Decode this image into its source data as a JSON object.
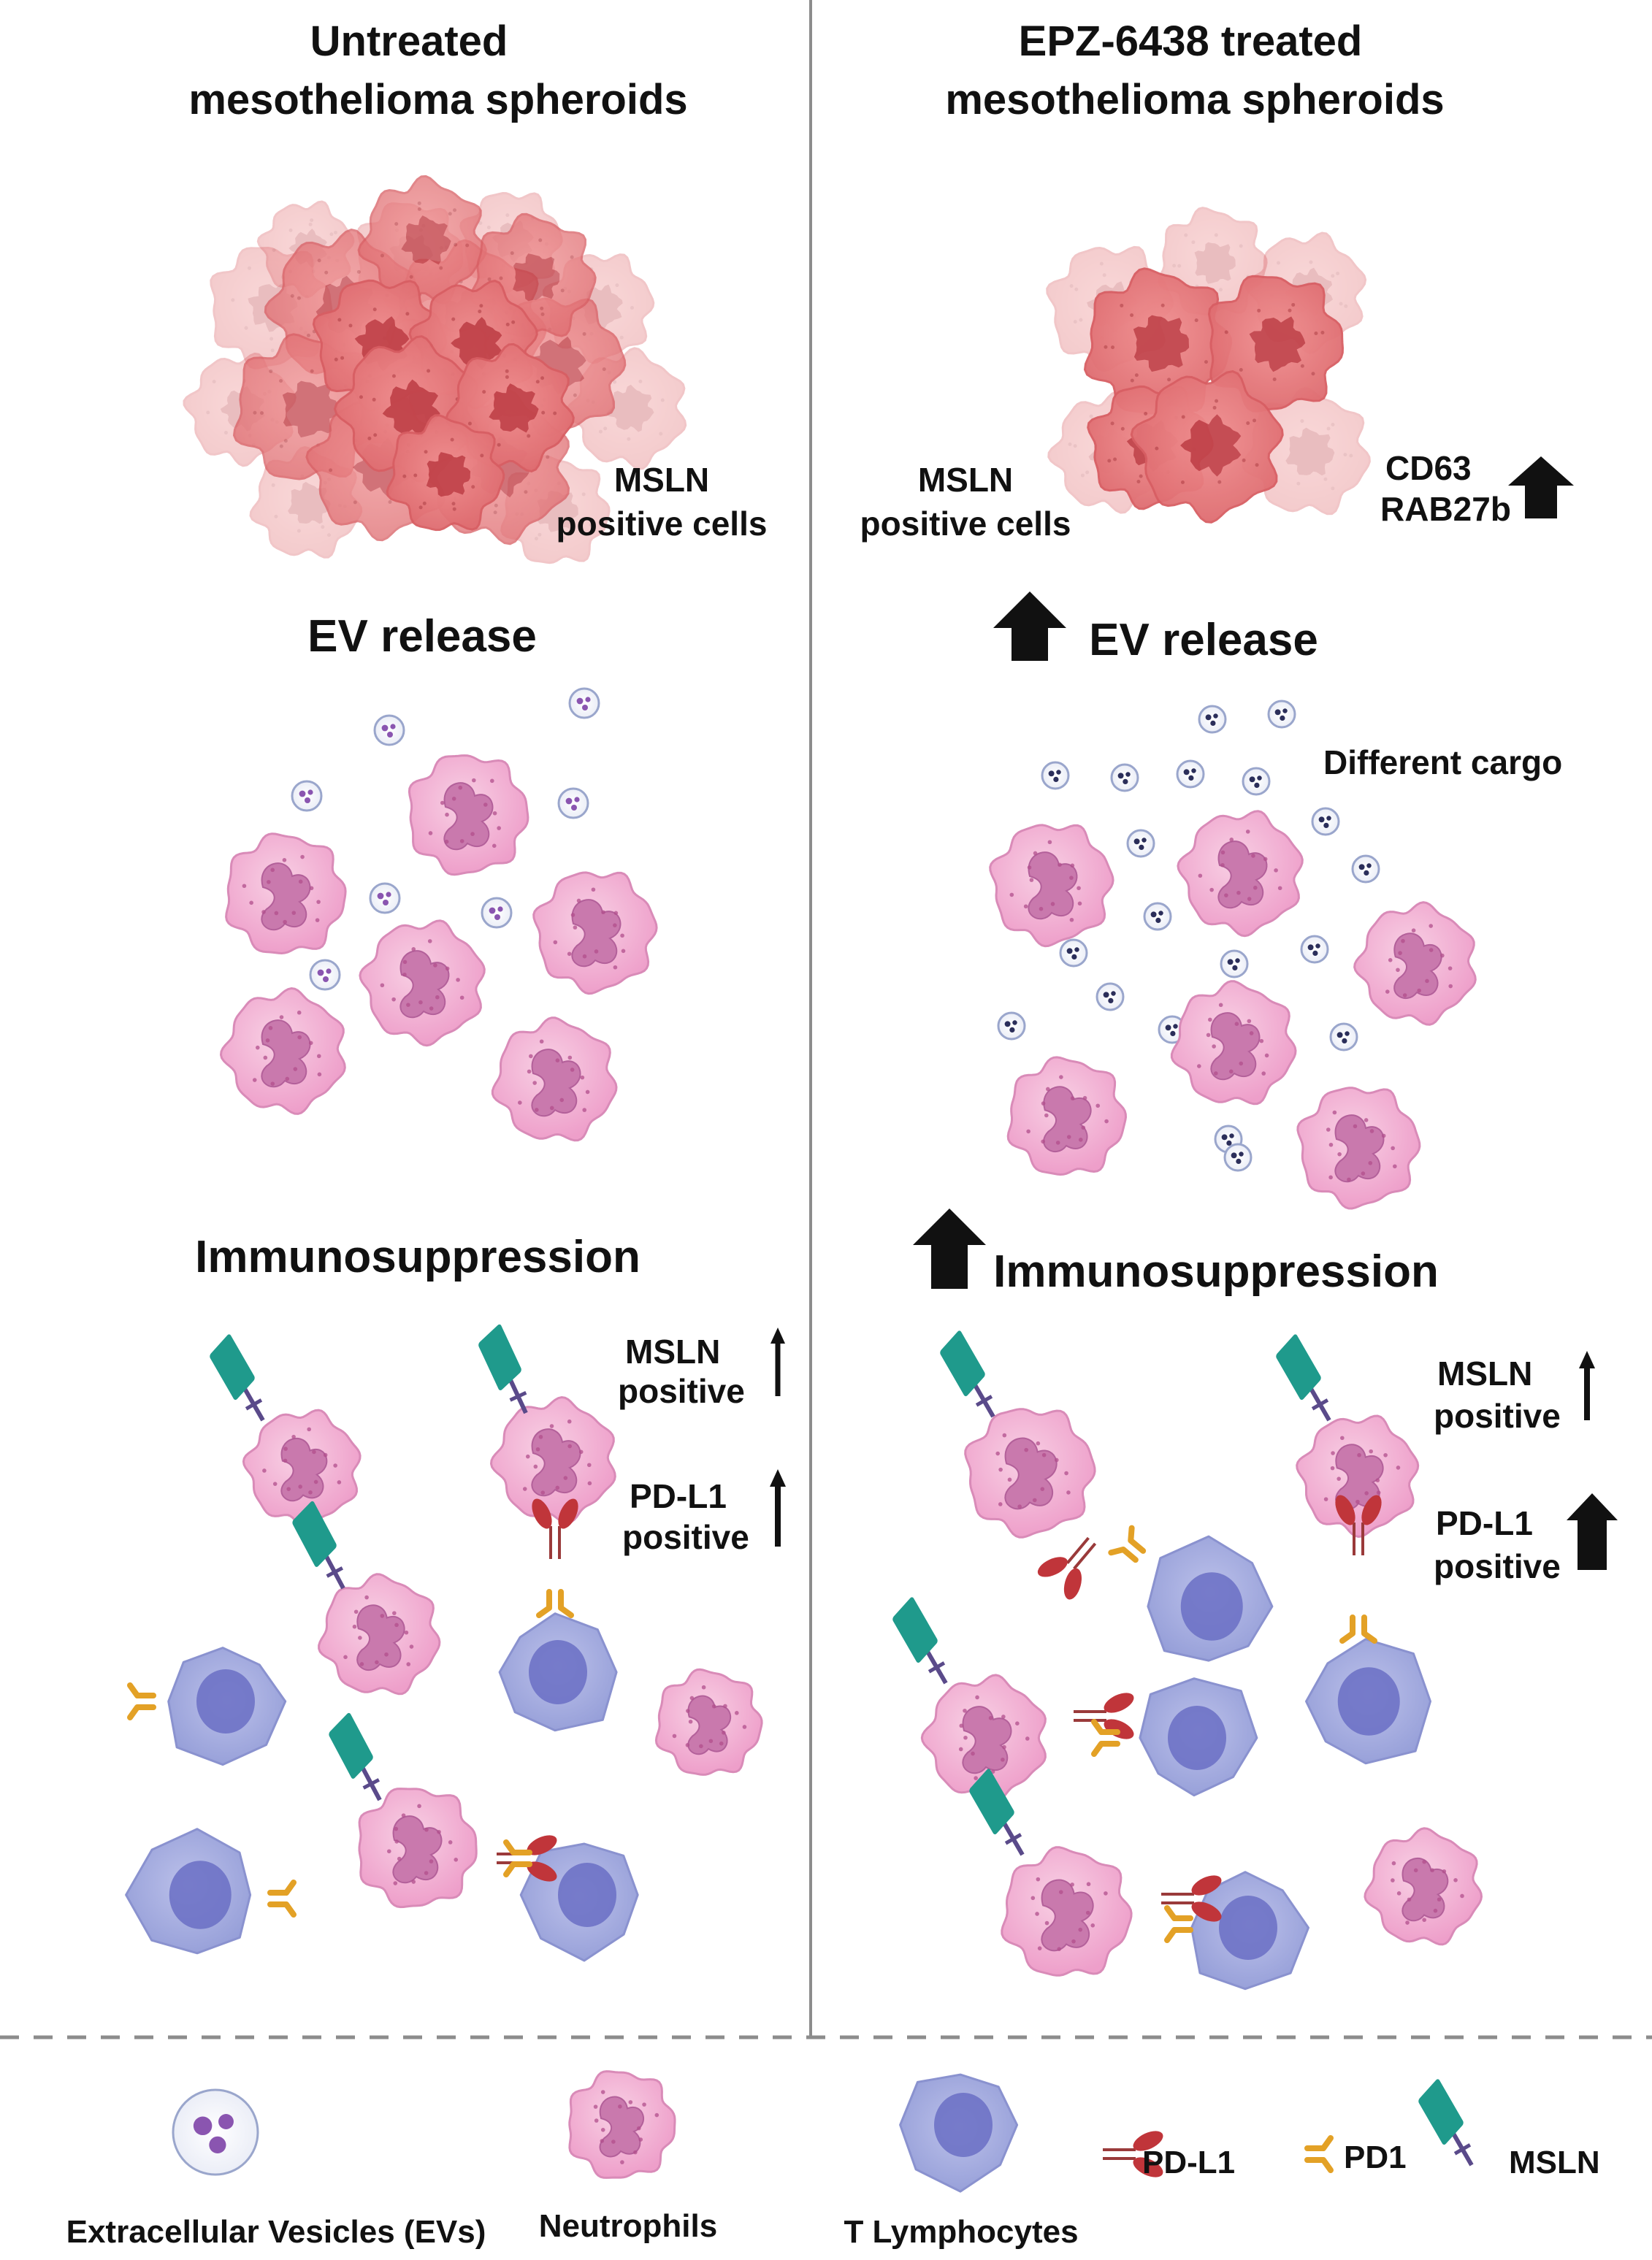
{
  "left_panel": {
    "title_line1": "Untreated",
    "title_line2": "mesothelioma  spheroids",
    "mesothelin_label_line1": "MSLN",
    "mesothelin_label_line2": "positive cells",
    "ev_release": "EV release",
    "immunosuppression": "Immunosuppression",
    "mslin_positive_line1": "MSLN",
    "mslin_positive_line2": "positive",
    "pdl1_positive_line1": "PD-L1",
    "pdl1_positive_line2": "positive"
  },
  "right_panel": {
    "title_line1": "EPZ-6438 treated",
    "title_line2": "mesothelioma spheroids",
    "mesothelin_label_line1": "MSLN",
    "mesothelin_label_line2": "positive cells",
    "markers_line1": "CD63",
    "markers_line2": "RAB27b",
    "ev_release": "EV release",
    "different_cargo": "Different cargo",
    "immunosuppression": "Immunosuppression",
    "mslin_positive_line1": "MSLN",
    "mslin_positive_line2": "positive",
    "pdl1_positive_line1": "PD-L1",
    "pdl1_positive_line2": "positive"
  },
  "legend": {
    "evs": "Extracellular Vesicles (EVs)",
    "neutrophils": "Neutrophils",
    "t_lymphocytes": "T Lymphocytes",
    "pdl1": "PD-L1",
    "pd1": "PD1",
    "msln": "MSLN"
  },
  "colors": {
    "tumor_cell": "#e8777a",
    "tumor_nucleus": "#c2444b",
    "neutrophil": "#f2b6d4",
    "neutrophil_nucleus": "#c979ad",
    "t_cell": "#a9afe0",
    "t_cell_nucleus": "#6a6fc4",
    "vesicle_ring": "#9aa6cc",
    "pdl1": "#c0353a",
    "pd1": "#e3a126",
    "msln": "#1f9a8c",
    "msln_stem": "#5a4a8a",
    "divider": "#8c8c8c"
  }
}
